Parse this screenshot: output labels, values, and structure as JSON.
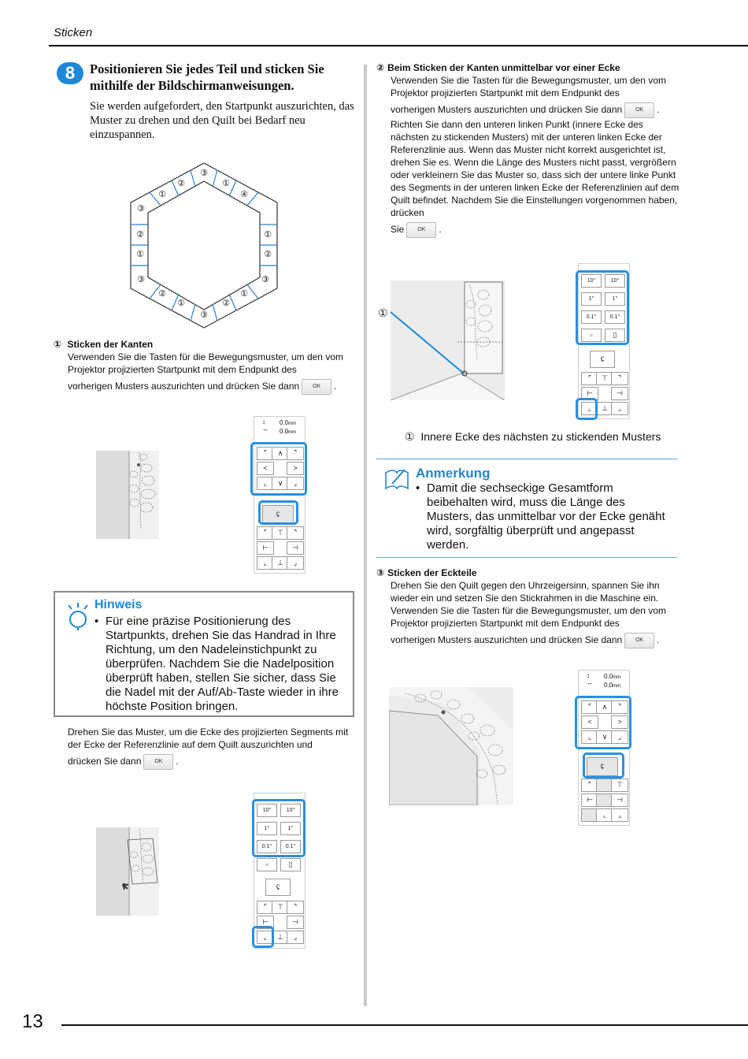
{
  "header": {
    "title": "Sticken"
  },
  "page_number": "13",
  "step": {
    "number": "8",
    "heading": "Positionieren Sie jedes Teil und sticken Sie mithilfe der Bildschirmanweisungen.",
    "body": "Sie werden aufgefordert, den Startpunkt auszurichten, das Muster zu drehen und den Quilt bei Bedarf neu einzuspannen."
  },
  "hexagon_labels": [
    "①",
    "②",
    "③",
    "④"
  ],
  "ok_label": "OK",
  "left": {
    "item1": {
      "num": "①",
      "title": "Sticken der Kanten",
      "text": "Verwenden Sie die Tasten für die Bewegungsmuster, um den vom Projektor projizierten Startpunkt mit dem Endpunkt des",
      "text2": "vorherigen Musters auszurichten und drücken Sie dann",
      "text2_end": "."
    },
    "panel1": {
      "y_value": "0.0",
      "x_value": "0.0",
      "unit": "mm"
    },
    "hinweis": {
      "title": "Hinweis",
      "bullet": "Für eine präzise Positionierung des Startpunkts, drehen Sie das Handrad in Ihre Richtung, um den Nadeleinstichpunkt zu überprüfen. Nachdem Sie die Nadelposition überprüft haben, stellen Sie sicher, dass Sie die Nadel mit der Auf/Ab-Taste wieder in ihre höchste Position bringen."
    },
    "rotate_text": "Drehen Sie das Muster, um die Ecke des projizierten Segments mit der Ecke der Referenzlinie auf dem Quilt auszurichten und",
    "rotate_text2": "drücken Sie dann",
    "rotate_text2_end": ".",
    "rotate_buttons": [
      "10°",
      "10°",
      "1°",
      "1°",
      "0.1°",
      "0.1°"
    ]
  },
  "right": {
    "item2": {
      "num": "②",
      "title": "Beim Sticken der Kanten unmittelbar vor einer Ecke",
      "text": "Verwenden Sie die Tasten für die Bewegungsmuster, um den vom Projektor projizierten Startpunkt mit dem Endpunkt des",
      "text2": "vorherigen Musters auszurichten und drücken Sie dann",
      "text2_end": ".",
      "text3": "Richten Sie dann den unteren linken Punkt (innere Ecke des nächsten zu stickenden Musters) mit der unteren linken Ecke der Referenzlinie aus. Wenn das Muster nicht korrekt ausgerichtet ist, drehen Sie es. Wenn die Länge des Musters nicht passt, vergrößern oder verkleinern Sie das Muster so, dass sich der untere linke Punkt des Segments in der unteren linken Ecke der Referenzlinien auf dem Quilt befindet. Nachdem Sie die Einstellungen vorgenommen haben, drücken",
      "text4": "Sie",
      "text4_end": "."
    },
    "callout": {
      "num": "①",
      "text": "Innere Ecke des nächsten zu stickenden Musters"
    },
    "anmerkung": {
      "title": "Anmerkung",
      "bullet": "Damit die sechseckige Gesamtform beibehalten wird, muss die Länge des Musters, das unmittelbar vor der Ecke genäht wird, sorgfältig überprüft und angepasst werden."
    },
    "item3": {
      "num": "③",
      "title": "Sticken der Eckteile",
      "text": "Drehen Sie den Quilt gegen den Uhrzeigersinn, spannen Sie ihn wieder ein und setzen Sie den Stickrahmen in die Maschine ein. Verwenden Sie die Tasten für die Bewegungsmuster, um den vom Projektor projizierten Startpunkt mit dem Endpunkt des",
      "text2": "vorherigen Musters auszurichten und drücken Sie dann",
      "text2_end": "."
    },
    "panel3": {
      "y_value": "0.0",
      "x_value": "0.0",
      "unit": "mm"
    }
  },
  "colors": {
    "accent": "#1e88d8",
    "highlight": "#2a8fe0",
    "note_border": "#8a8a8a"
  }
}
